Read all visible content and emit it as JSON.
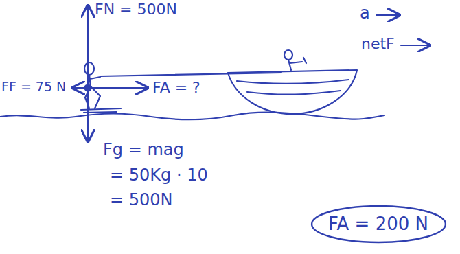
{
  "diagram": {
    "nodes": [
      {
        "text": [
          "FA = 200 N"
        ]
      }
    ],
    "edges": [],
    "labels": [
      "FN = 500N",
      "FF = 75 N",
      "FA = ?",
      "Fg = mag",
      "= 50Kg · 10",
      "= 500N",
      "a",
      "netF"
    ]
  }
}
